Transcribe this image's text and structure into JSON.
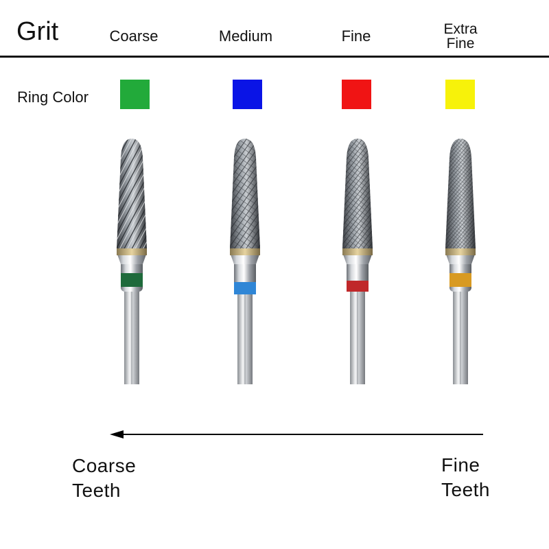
{
  "header": {
    "title": "Grit",
    "grits": [
      {
        "label": "Coarse"
      },
      {
        "label": "Medium"
      },
      {
        "label": "Fine"
      },
      {
        "label_line1": "Extra",
        "label_line2": "Fine"
      }
    ]
  },
  "ring": {
    "label": "Ring Color",
    "swatches": [
      {
        "grit": "Coarse",
        "color": "#22aa3a"
      },
      {
        "grit": "Medium",
        "color": "#0a14e6"
      },
      {
        "grit": "Fine",
        "color": "#f01414"
      },
      {
        "grit": "Extra Fine",
        "color": "#f7f20a"
      }
    ]
  },
  "burs": [
    {
      "grit": "Coarse",
      "band_color": "#1f6a3b",
      "pattern": "spiral-coarse"
    },
    {
      "grit": "Medium",
      "band_color": "#2f86d6",
      "pattern": "cross-cut-medium"
    },
    {
      "grit": "Fine",
      "band_color": "#c0282a",
      "pattern": "cross-cut-fine"
    },
    {
      "grit": "Extra Fine",
      "band_color": "#d89a22",
      "pattern": "cross-cut-extra-fine"
    }
  ],
  "scale": {
    "left_line1": "Coarse",
    "left_line2": "Teeth",
    "right_line1": "Fine",
    "right_line2": "Teeth"
  }
}
